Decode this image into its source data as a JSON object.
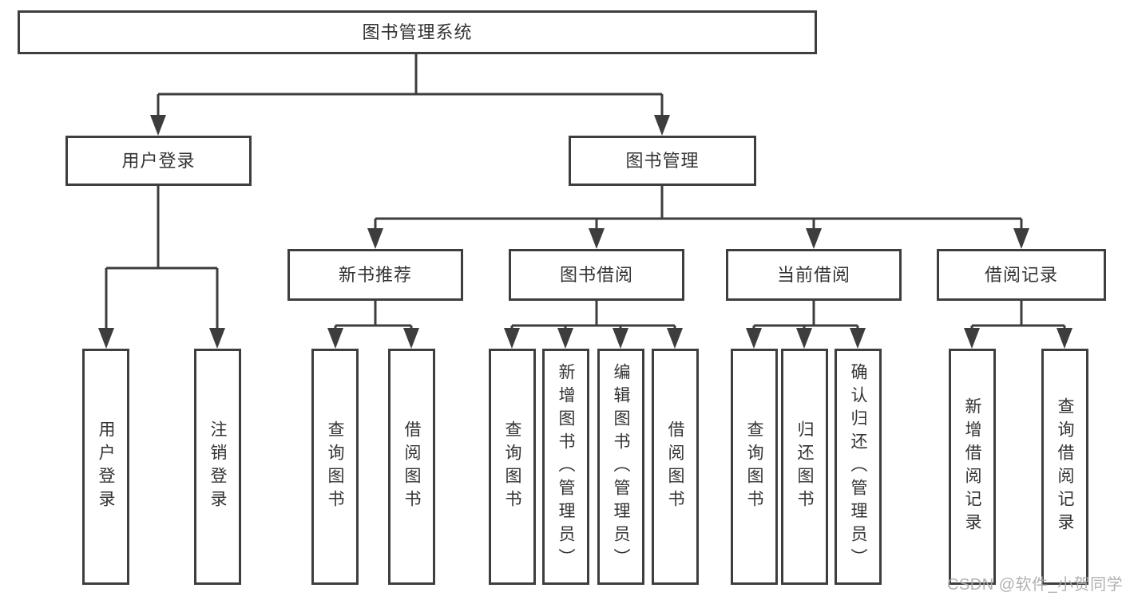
{
  "diagram": {
    "type": "hierarchy-tree",
    "colors": {
      "line": "#3d3d3d",
      "border": "#3e3e3e",
      "text": "#333333",
      "background": "#ffffff",
      "watermark": "#a8a8a8"
    },
    "root": {
      "label": "图书管理系统"
    },
    "level2": [
      {
        "label": "用户登录"
      },
      {
        "label": "图书管理"
      }
    ],
    "level3": [
      {
        "label": "新书推荐"
      },
      {
        "label": "图书借阅"
      },
      {
        "label": "当前借阅"
      },
      {
        "label": "借阅记录"
      }
    ],
    "leaves": [
      {
        "label": "用户登录",
        "parent": "用户登录"
      },
      {
        "label": "注销登录",
        "parent": "用户登录"
      },
      {
        "label": "查询图书",
        "parent": "新书推荐"
      },
      {
        "label": "借阅图书",
        "parent": "新书推荐"
      },
      {
        "label": "查询图书",
        "parent": "图书借阅"
      },
      {
        "label": "新增图书（管理员）",
        "parent": "图书借阅"
      },
      {
        "label": "编辑图书（管理员）",
        "parent": "图书借阅"
      },
      {
        "label": "借阅图书",
        "parent": "图书借阅"
      },
      {
        "label": "查询图书",
        "parent": "当前借阅"
      },
      {
        "label": "归还图书",
        "parent": "当前借阅"
      },
      {
        "label": "确认归还（管理员）",
        "parent": "当前借阅"
      },
      {
        "label": "新增借阅记录",
        "parent": "借阅记录"
      },
      {
        "label": "查询借阅记录",
        "parent": "借阅记录"
      }
    ],
    "watermark": "CSDN @软件_小贺同学"
  }
}
